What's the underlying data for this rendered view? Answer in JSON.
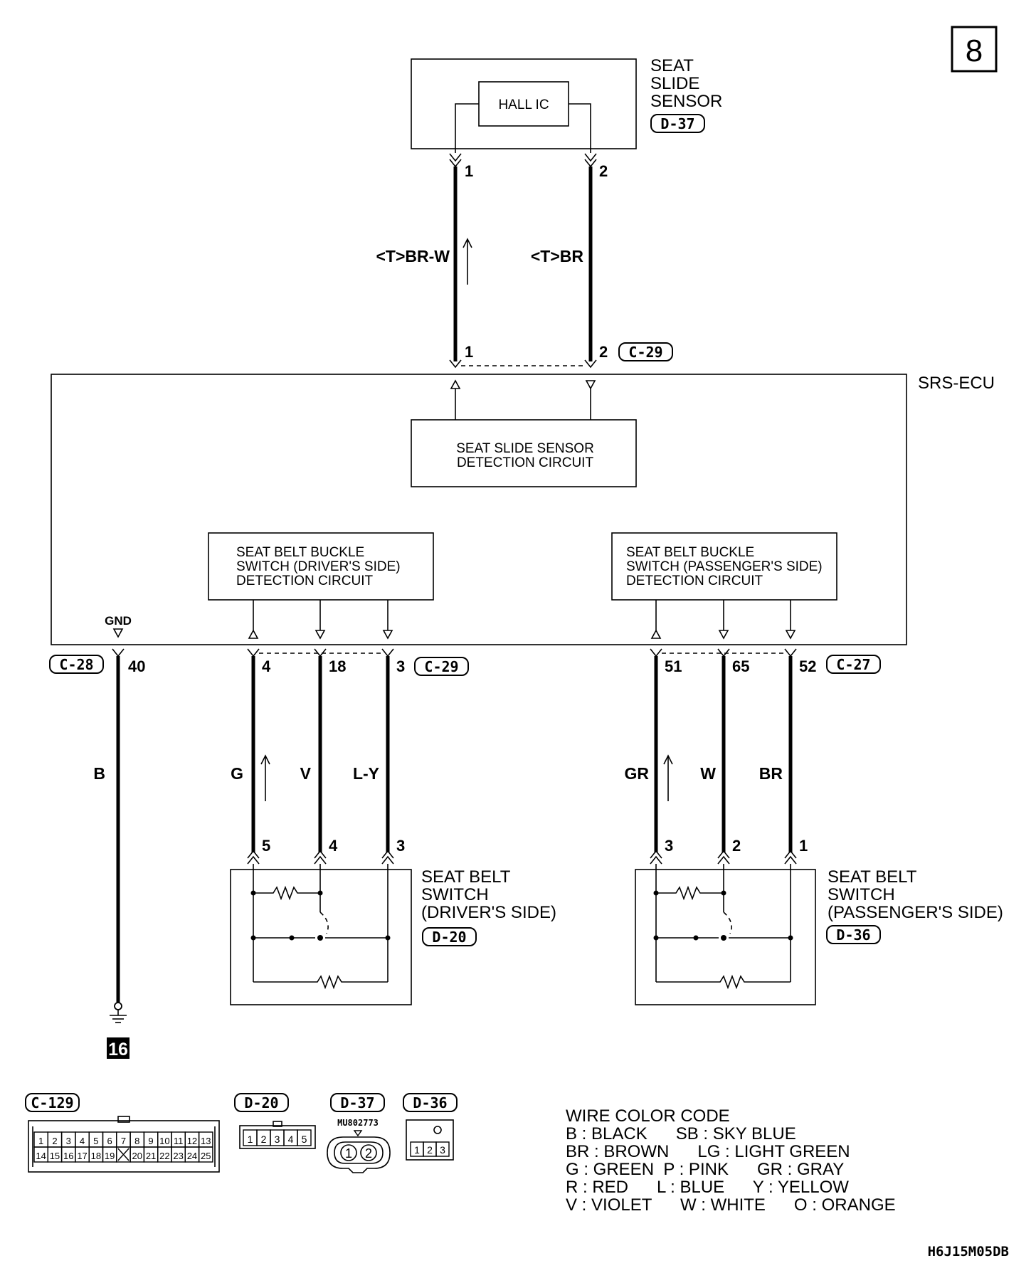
{
  "page_number": "8",
  "seat_slide_sensor": {
    "label_lines": [
      "SEAT",
      "SLIDE",
      "SENSOR"
    ],
    "connector": "D-37",
    "ic_label": "HALL IC",
    "pins": [
      "1",
      "2"
    ]
  },
  "ecu_connector_top": {
    "pins": [
      "1",
      "2"
    ],
    "connector": "C-29"
  },
  "wires_top": {
    "left": "<T>BR-W",
    "right": "<T>BR"
  },
  "srs_ecu": {
    "label": "SRS-ECU",
    "slide_circuit_lines": [
      "SEAT SLIDE SENSOR",
      "DETECTION CIRCUIT"
    ],
    "driver_circuit_lines": [
      "SEAT BELT BUCKLE",
      "SWITCH (DRIVER'S SIDE)",
      "DETECTION CIRCUIT"
    ],
    "passenger_circuit_lines": [
      "SEAT BELT BUCKLE",
      "SWITCH (PASSENGER'S SIDE)",
      "DETECTION CIRCUIT"
    ],
    "gnd_label": "GND"
  },
  "ground": {
    "connector": "C-28",
    "pin": "40",
    "wire": "B",
    "ground_ref": "16"
  },
  "driver": {
    "ecu_connector": "C-29",
    "ecu_pins": [
      "4",
      "18",
      "3"
    ],
    "wires": [
      "G",
      "V",
      "L-Y"
    ],
    "switch_pins": [
      "5",
      "4",
      "3"
    ],
    "label_lines": [
      "SEAT BELT",
      "SWITCH",
      "(DRIVER'S SIDE)"
    ],
    "connector": "D-20"
  },
  "passenger": {
    "ecu_connector": "C-27",
    "ecu_pins": [
      "51",
      "65",
      "52"
    ],
    "wires": [
      "GR",
      "W",
      "BR"
    ],
    "switch_pins": [
      "3",
      "2",
      "1"
    ],
    "label_lines": [
      "SEAT BELT",
      "SWITCH",
      "(PASSENGER'S SIDE)"
    ],
    "connector": "D-36"
  },
  "connector_views": {
    "c129": {
      "label": "C-129",
      "row1": [
        "1",
        "2",
        "3",
        "4",
        "5",
        "6",
        "7",
        "8",
        "9",
        "10",
        "11",
        "12",
        "13"
      ],
      "row2": [
        "14",
        "15",
        "16",
        "17",
        "18",
        "19",
        "",
        "20",
        "21",
        "22",
        "23",
        "24",
        "25"
      ]
    },
    "d20": {
      "label": "D-20",
      "pins": [
        "1",
        "2",
        "3",
        "4",
        "5"
      ]
    },
    "d37": {
      "label": "D-37",
      "part_no": "MU802773",
      "pins": [
        "1",
        "2"
      ]
    },
    "d36": {
      "label": "D-36",
      "pins": [
        "1",
        "2",
        "3"
      ]
    }
  },
  "wire_color_code": {
    "title": "WIRE COLOR CODE",
    "lines": [
      "B : BLACK      SB : SKY BLUE",
      "BR : BROWN      LG : LIGHT GREEN",
      "G : GREEN  P : PINK      GR : GRAY",
      "R : RED      L : BLUE      Y : YELLOW",
      "V : VIOLET      W : WHITE      O : ORANGE"
    ]
  },
  "figure_code": "H6J15M05DB"
}
